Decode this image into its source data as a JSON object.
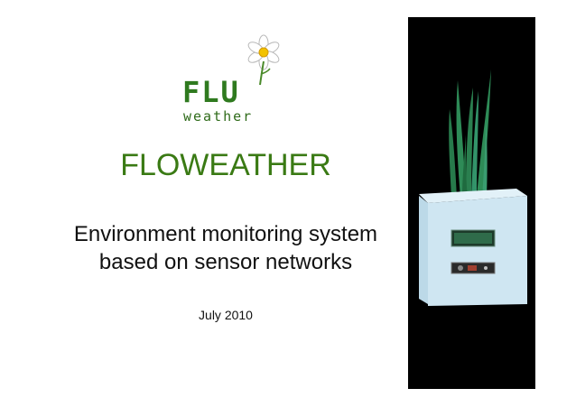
{
  "slide": {
    "logo": {
      "wordmark": "FLU",
      "tagline": "weather"
    },
    "title": "FLOWEATHER",
    "subtitle_line1": "Environment monitoring system",
    "subtitle_line2": "based on sensor networks",
    "date": "July 2010"
  },
  "colors": {
    "title_green": "#3a7a14",
    "logo_green": "#2f7a1f",
    "photo_background": "#000000",
    "device_body": "#cfe6f2",
    "plant_leaves": "#2e8b57"
  },
  "icons": {
    "logo_flower": "daisy-flower-icon"
  }
}
